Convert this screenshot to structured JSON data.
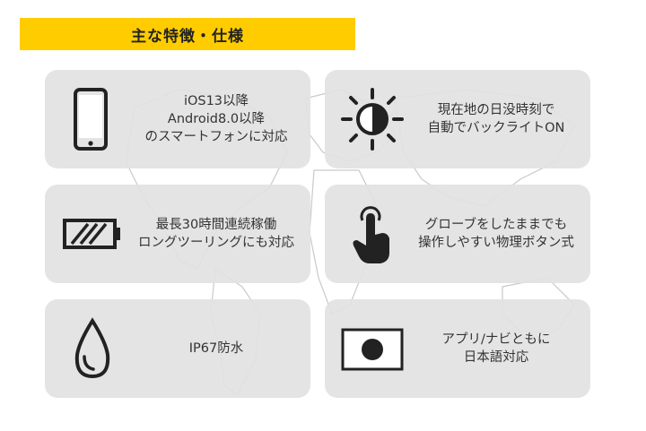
{
  "header": {
    "title": "主な特徴・仕様"
  },
  "features": [
    {
      "icon": "smartphone-icon",
      "lines": [
        "iOS13以降",
        "Android8.0以降",
        "のスマートフォンに対応"
      ]
    },
    {
      "icon": "sun-icon",
      "lines": [
        "現在地の日没時刻で",
        "自動でバックライトON"
      ]
    },
    {
      "icon": "battery-icon",
      "lines": [
        "最長30時間連続稼働",
        "ロングツーリングにも対応"
      ]
    },
    {
      "icon": "finger-touch-icon",
      "lines": [
        "グローブをしたままでも",
        "操作しやすい物理ボタン式"
      ]
    },
    {
      "icon": "water-drop-icon",
      "lines": [
        "IP67防水"
      ]
    },
    {
      "icon": "japan-flag-icon",
      "lines": [
        "アプリ/ナビともに",
        "日本語対応"
      ]
    }
  ]
}
